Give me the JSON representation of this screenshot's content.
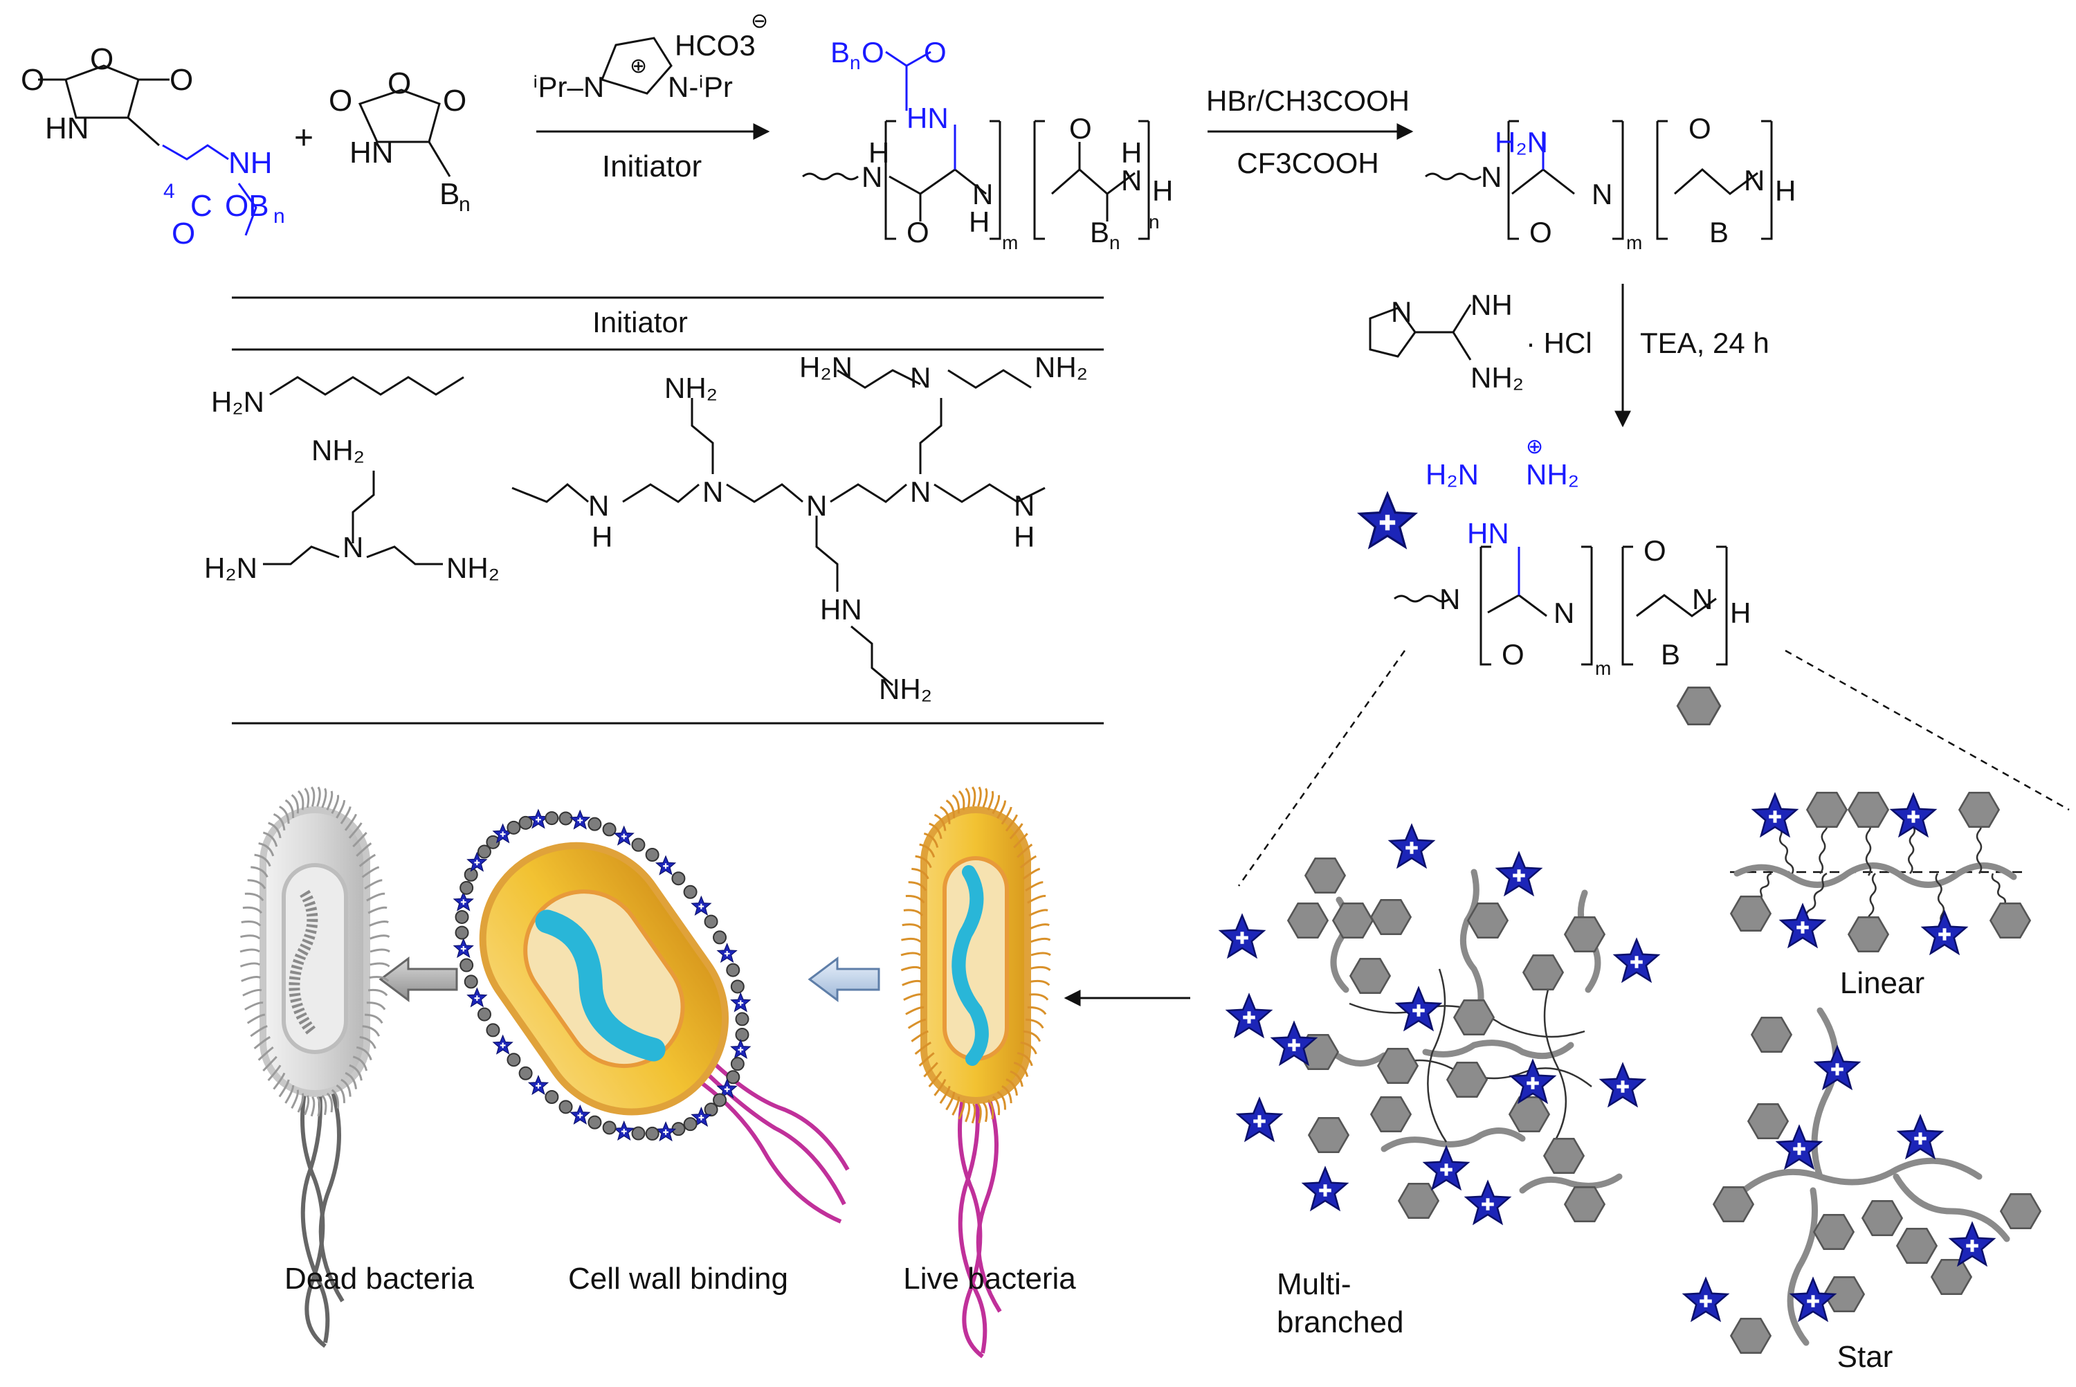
{
  "reaction": {
    "initiator_label": "Initiator",
    "deprotection_reagent_1": "HBr/CH3COOH",
    "deprotection_reagent_2": "CF3COOH",
    "guanylation_reagent": "· HCl",
    "guanylation_conditions": "TEA, 24 h",
    "plus_sign": "+",
    "catalyst_anion": "HCO3",
    "catalyst_substituent": "iPr"
  },
  "initiator_table": {
    "header": "Initiator"
  },
  "bacteria_panel": {
    "dead": "Dead bacteria",
    "binding": "Cell wall binding",
    "live": "Live bacteria"
  },
  "architectures": {
    "multi_line1": "Multi-",
    "multi_line2": "branched",
    "linear": "Linear",
    "star": "Star"
  },
  "colors": {
    "accent_blue": "#1a1aff",
    "star_blue": "#1c25b8",
    "hexagon_gray": "#8c8c8c",
    "chain_gray": "#8a8a8a",
    "cell_yellow": "#f2c232",
    "cell_inner": "#e89a3a",
    "dna_cyan": "#29b6d8",
    "flagella_magenta": "#c0309a",
    "dead_gray": "#cfcfcf"
  },
  "icons": [
    "reaction-arrow-icon",
    "left-arrow-icon",
    "star-cation-icon",
    "hexagon-hydrophobe-icon",
    "bacterium-icon"
  ]
}
